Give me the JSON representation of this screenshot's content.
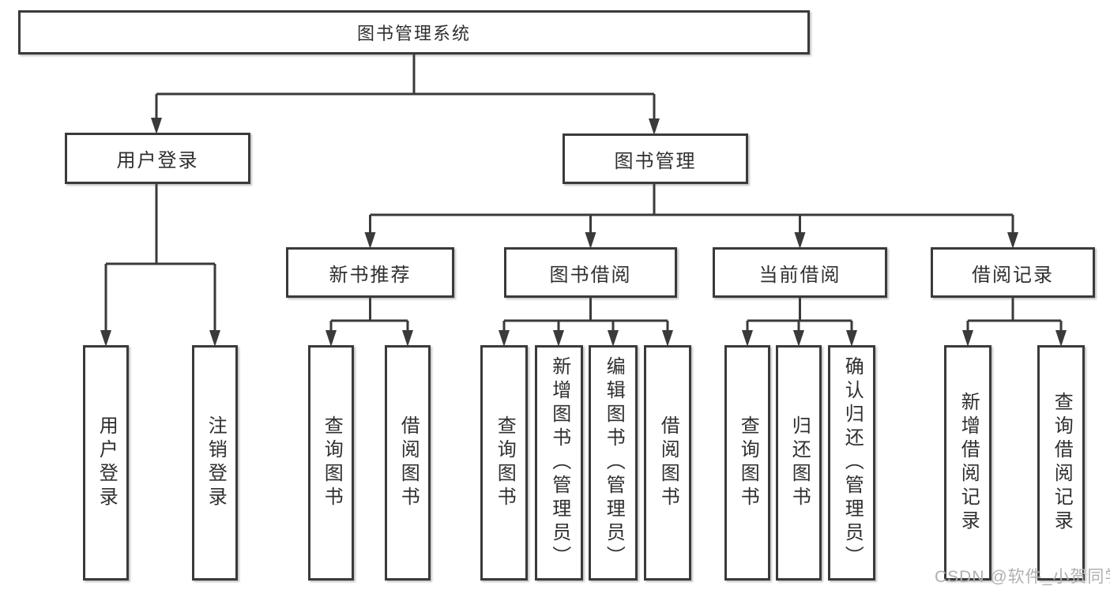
{
  "diagram": {
    "type": "tree",
    "watermark": "CSDN @软件_小贺同学",
    "colors": {
      "line": "#3a3a3a",
      "box_border": "#3a3a3a",
      "box_fill": "#ffffff",
      "text": "#2f2f2f",
      "watermark": "#b0b0b0"
    },
    "tree": {
      "label": "图书管理系统",
      "children": [
        {
          "label": "用户登录",
          "children": [
            {
              "label": "用户登录"
            },
            {
              "label": "注销登录"
            }
          ]
        },
        {
          "label": "图书管理",
          "children": [
            {
              "label": "新书推荐",
              "children": [
                {
                  "label": "查询图书"
                },
                {
                  "label": "借阅图书"
                }
              ]
            },
            {
              "label": "图书借阅",
              "children": [
                {
                  "label": "查询图书"
                },
                {
                  "label": "新增图书（管理员）"
                },
                {
                  "label": "编辑图书（管理员）"
                },
                {
                  "label": "借阅图书"
                }
              ]
            },
            {
              "label": "当前借阅",
              "children": [
                {
                  "label": "查询图书"
                },
                {
                  "label": "归还图书"
                },
                {
                  "label": "确认归还（管理员）"
                }
              ]
            },
            {
              "label": "借阅记录",
              "children": [
                {
                  "label": "新增借阅记录"
                },
                {
                  "label": "查询借阅记录"
                }
              ]
            }
          ]
        }
      ]
    }
  }
}
